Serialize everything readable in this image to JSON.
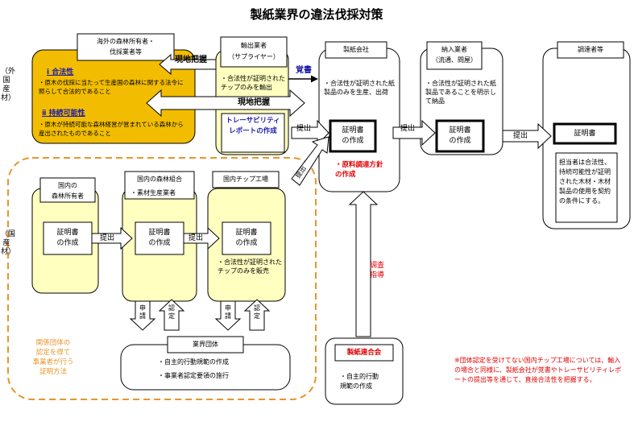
{
  "title": "製紙業界の違法伐採対策",
  "side_labels": {
    "foreign": "（外国産材）",
    "domestic": "（国産材）"
  },
  "foreign_owner": {
    "header": "海外の森林所有者・\n伐採業者等",
    "legality_title": "ⅰ 合法性",
    "legality_text": "・原木の伐採に当たって生産国の森林に関する法令に照らして合法的であること",
    "sustainability_title": "ⅱ 持続可能性",
    "sustainability_text": "・原木が持続可能な森林経営が営まれている森林から産出されたものであること"
  },
  "exporter": {
    "header": "輸出業者\n（サプライヤー）",
    "text": "・合法性が証明されたチップのみを輸出",
    "report": "トレーサビリティレポートの作成"
  },
  "paper_company": {
    "header": "製紙会社",
    "text": "・合法性が証明された紙製品のみを生産、出荷",
    "certificate": "証明書\nの作成",
    "policy": "・原料調達方針\nの作成"
  },
  "supplier": {
    "header": "納入業者\n（流通、問屋）",
    "text": "・合法性が証明された紙製品であることを明示して納品",
    "certificate": "証明書\nの作成"
  },
  "procurer": {
    "header": "調達者等",
    "certificate": "証明書",
    "text": "担当者は合法性、持続可能性が証明された木材・木材製品の使用を契約の条件にする。"
  },
  "arrows": {
    "onsite_1": "現地把握",
    "onsite_2": "現地把握",
    "memo": "覚書",
    "submit": "提出",
    "audit": "調査\n指導",
    "apply": "申請",
    "approve": "認定"
  },
  "domestic": {
    "owner_header": "国内の\n森林所有者",
    "cooperative_header": "国内の森林組合",
    "cooperative_sub": "・素材生産業者",
    "chip_header": "国内チップ工場",
    "certificate": "証明書\nの作成",
    "chip_text": "・合法性が証明されたチップのみを販売"
  },
  "industry_group": {
    "header": "業界団体",
    "item1": "・自主的行動規範の作成",
    "item2": "・事業者認定要領の施行"
  },
  "federation": {
    "header": "製紙連合会",
    "text": "・自主的行動\n規範の作成"
  },
  "group_method": "関係団体の\n認定を得て\n事業者が行う\n証明方法",
  "footnote": "※団体認定を受けてない国内チップ工場については、輸入の場合と同様に、製紙会社が覚書やトレーサビリティレポートの提出等を通じて、直接合法性を把握する。",
  "colors": {
    "accent_yellow": "#f2bd00",
    "light_yellow": "#ffffc0",
    "red": "#e00000",
    "blue": "#1a1aa8",
    "orange": "#e8952a"
  }
}
